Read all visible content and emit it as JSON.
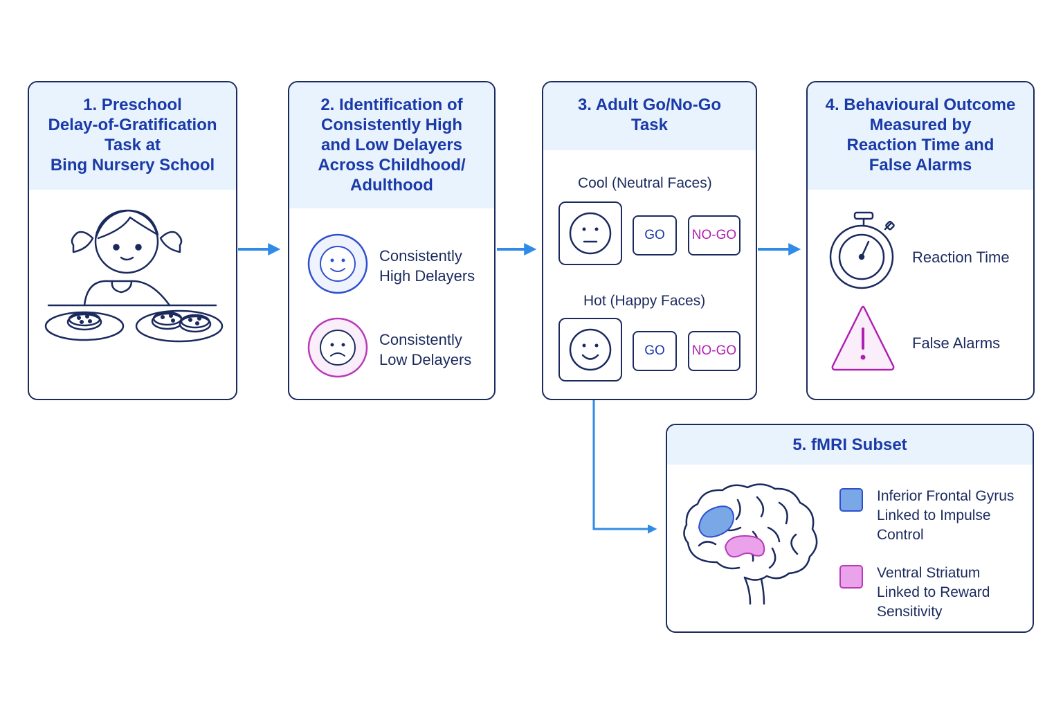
{
  "colors": {
    "ink": "#1b2a5e",
    "title_blue": "#1a3aa8",
    "header_bg": "#e9f3fd",
    "arrow_blue": "#2f8be6",
    "high_delayer_blue": "#2f4fd0",
    "low_delayer_purple": "#b83ab8",
    "nogo_magenta": "#b020b0",
    "ifg_fill": "#7aa7e6",
    "striatum_fill": "#eaa2ea"
  },
  "step1": {
    "title": "1. Preschool\nDelay-of-Gratification\nTask at\nBing Nursery School",
    "illustration": "child-with-cookies-icon"
  },
  "step2": {
    "title": "2. Identification of\nConsistently High\nand Low Delayers\nAcross Childhood/\nAdulthood",
    "high_label": "Consistently\nHigh Delayers",
    "low_label": "Consistently\nLow Delayers"
  },
  "step3": {
    "title": "3. Adult Go/No-Go\nTask",
    "cool_label": "Cool (Neutral Faces)",
    "hot_label": "Hot (Happy Faces)",
    "go_label": "GO",
    "nogo_label": "NO-GO"
  },
  "step4": {
    "title": "4. Behavioural Outcome\nMeasured by\nReaction Time and\nFalse Alarms",
    "reaction_label": "Reaction Time",
    "false_alarm_label": "False Alarms"
  },
  "step5": {
    "title": "5. fMRI Subset",
    "ifg_label": "Inferior Frontal Gyrus\nLinked to Impulse\nControl",
    "striatum_label": "Ventral Striatum\nLinked to Reward\nSensitivity"
  }
}
